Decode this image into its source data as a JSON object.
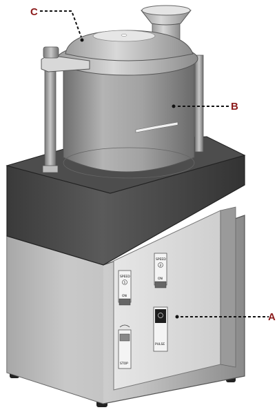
{
  "colors": {
    "callout": "#8b1a1a",
    "top_band": "#4a4a4a",
    "base_body": "#b8b8b8",
    "panel": "#dcdcdc",
    "bowl": "#9a9a9a"
  },
  "callouts": {
    "a": "A",
    "b": "B",
    "c": "C"
  },
  "controls": {
    "speed1_label": "SPEED",
    "speed1_number": "1",
    "speed1_on": "ON",
    "speed2_label": "SPEED",
    "speed2_number": "2",
    "speed2_on": "ON",
    "stop_label": "STOP",
    "pulse_label": "PULSE"
  }
}
